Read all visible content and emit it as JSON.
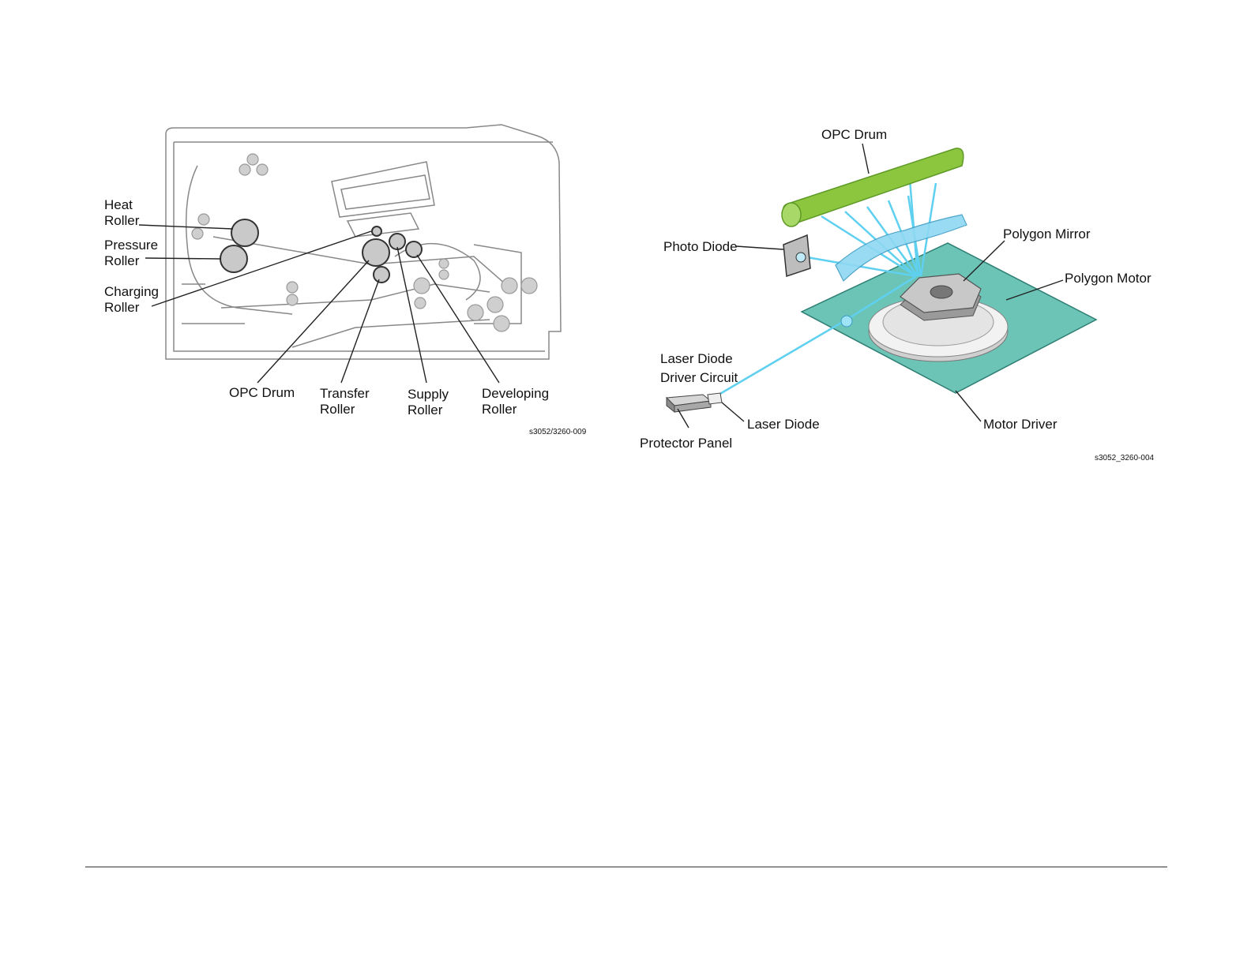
{
  "left_diagram": {
    "labels": {
      "heat_roller": [
        "Heat",
        "Roller"
      ],
      "pressure_roller": [
        "Pressure",
        "Roller"
      ],
      "charging_roller": [
        "Charging",
        "Roller"
      ],
      "opc_drum": [
        "OPC Drum"
      ],
      "transfer_roller": [
        "Transfer",
        "Roller"
      ],
      "supply_roller": [
        "Supply",
        "Roller"
      ],
      "developing_roller": [
        "Developing",
        "Roller"
      ]
    },
    "figure_id": "s3052/3260-009"
  },
  "right_diagram": {
    "labels": {
      "opc_drum": [
        "OPC Drum"
      ],
      "photo_diode": [
        "Photo Diode"
      ],
      "polygon_mirror": [
        "Polygon Mirror"
      ],
      "polygon_motor": [
        "Polygon Motor"
      ],
      "laser_diode_driver_circuit": [
        "Laser Diode",
        "Driver Circuit"
      ],
      "laser_diode": [
        "Laser Diode"
      ],
      "motor_driver": [
        "Motor Driver"
      ],
      "protector_panel": [
        "Protector Panel"
      ]
    },
    "figure_id": "s3052_3260-004"
  },
  "colors": {
    "drum_green": "#8cc63f",
    "drum_green_dark": "#5f9a26",
    "beam_cyan": "#5fd0f0",
    "board_teal": "#6cc4b6",
    "board_edge": "#2f7f74",
    "roller_gray": "#c9c9c9",
    "outline": "#333333"
  }
}
